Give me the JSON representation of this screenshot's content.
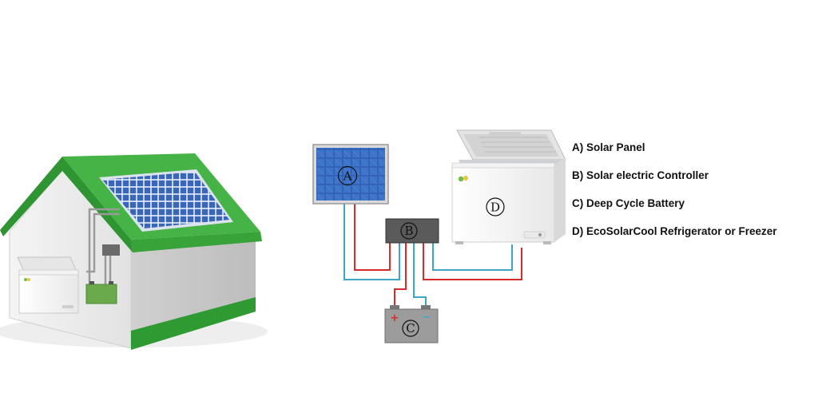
{
  "diagram": {
    "labels": {
      "a": "A",
      "b": "B",
      "c": "C",
      "d": "D",
      "plus": "+",
      "minus": "−"
    },
    "legend": [
      "A) Solar Panel",
      "B) Solar electric Controller",
      "C) Deep Cycle Battery",
      "D) EcoSolarCool Refrigerator or Freezer"
    ],
    "colors": {
      "roof": "#3aa83a",
      "positive_wire": "#d92b2b",
      "negative_wire": "#3aa6c8",
      "panel": "#1f4f9a",
      "controller": "#555555",
      "battery": "#9a9a9a"
    }
  }
}
